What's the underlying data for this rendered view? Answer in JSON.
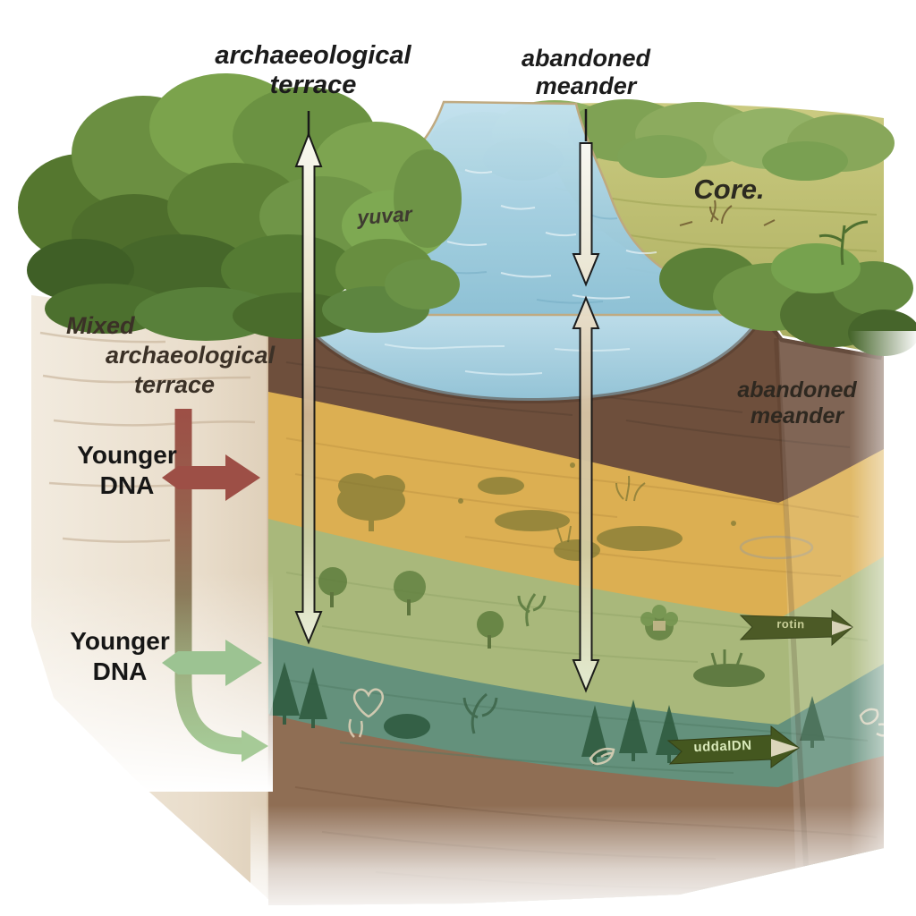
{
  "figure": {
    "callouts": {
      "archaeological_terrace": {
        "line1": "archaeeological",
        "line2": "terrace"
      },
      "abandoned_meander_top": {
        "line1": "abandoned",
        "line2": "meander"
      },
      "core": "Core.",
      "river_note": "yuvar",
      "mixed_terrace": {
        "line1": "Mixed",
        "line2": "archaeological",
        "line3": "terrace"
      },
      "younger_dna_upper": {
        "line1": "Younger",
        "line2": "DNA"
      },
      "younger_dna_lower": {
        "line1": "Younger",
        "line2": "DNA"
      },
      "abandoned_meander_side": {
        "line1": "abandoned",
        "line2": "meander"
      },
      "ribbon_upper": "rotin",
      "ribbon_lower": "uddalDN"
    },
    "layers": [
      {
        "name": "topsoil-with-river-channel",
        "color": "#6e4f3c"
      },
      {
        "name": "yellow-sand-layer",
        "color": "#ddb257"
      },
      {
        "name": "light-green-silt-layer",
        "color": "#a9b87b"
      },
      {
        "name": "teal-clay-layer",
        "color": "#64917c"
      },
      {
        "name": "basal-brown-layer",
        "color": "#8f6e54"
      }
    ],
    "colors": {
      "river_water": "#9cc8da",
      "meadow": "#bcbd70",
      "forest_canopy": "#6b8f46",
      "terrace_wall": "#ece3d4",
      "dna_arrow_old": "#9d4f46",
      "dna_arrow_young": "#9cc392",
      "ribbon_banner": "#4c5a26",
      "label_ink": "#1b1b1b"
    }
  }
}
